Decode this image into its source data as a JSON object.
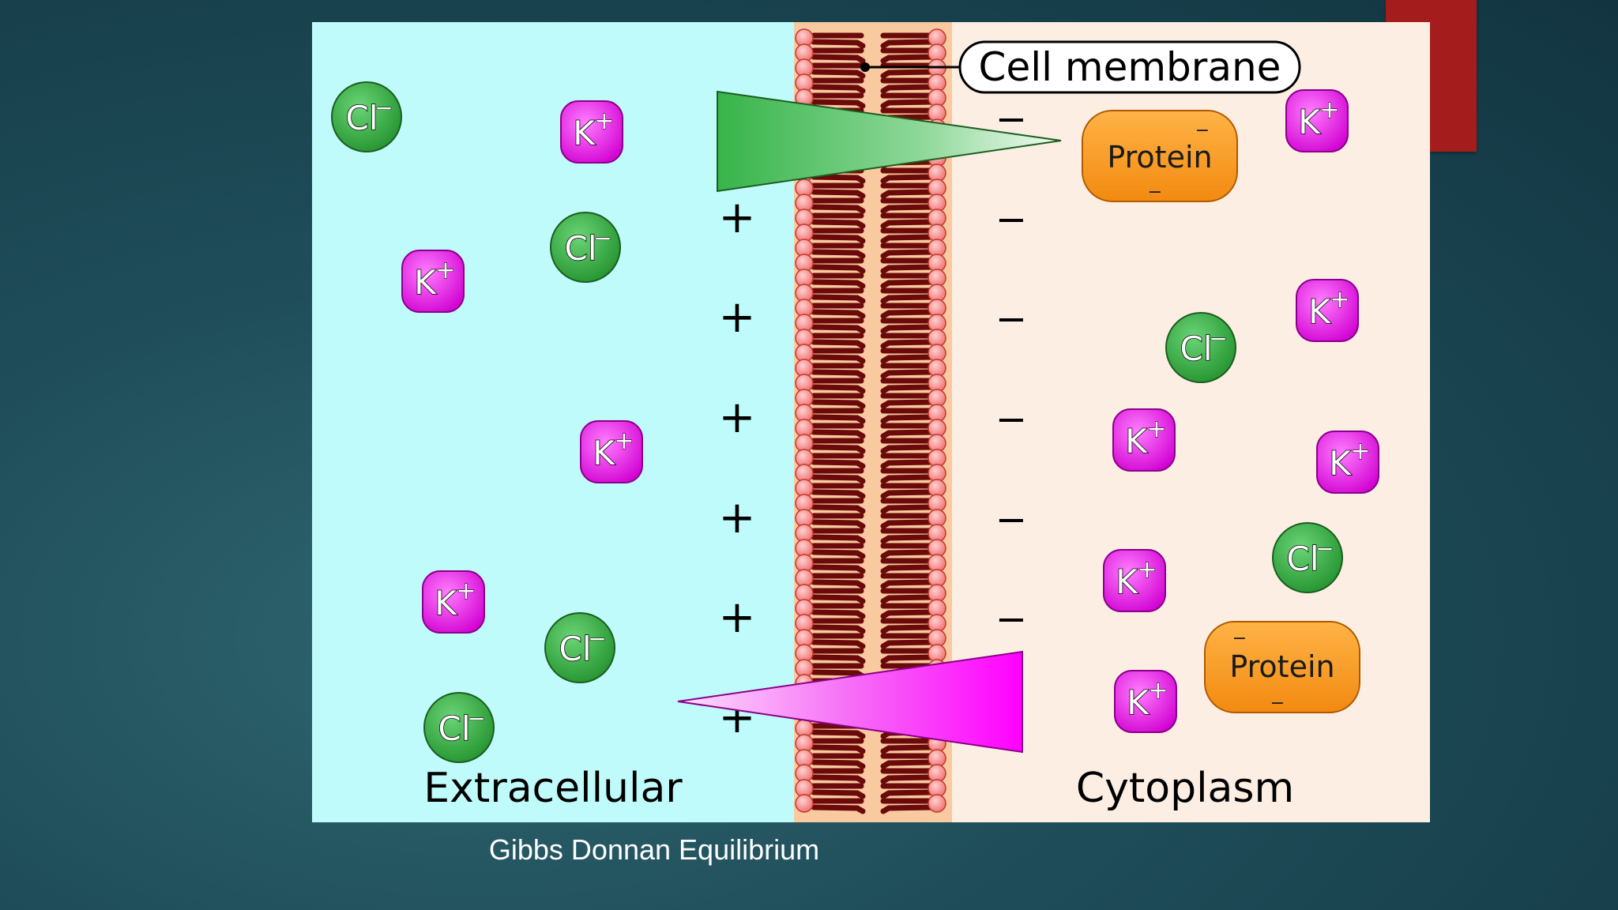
{
  "slide": {
    "caption": "Gibbs Donnan Equilibrium",
    "accent_color": "#a51c1c"
  },
  "diagram": {
    "membrane_label": "Cell membrane",
    "region_left_label": "Extracellular",
    "region_right_label": "Cytoplasm",
    "left_region_color": "#c0fbfb",
    "right_region_color": "#fdeee3",
    "ion_labels": {
      "chloride": "Cl",
      "chloride_charge": "−",
      "potassium": "K",
      "potassium_charge": "+",
      "protein": "Protein",
      "protein_charge": "−"
    },
    "charge_left": "+",
    "charge_right": "−",
    "colors": {
      "chloride": "#3cb54a",
      "potassium": "#e81de8",
      "protein": "#f7941d",
      "gradient_cl": "#3cb54a",
      "gradient_k": "#ff00ff"
    }
  }
}
